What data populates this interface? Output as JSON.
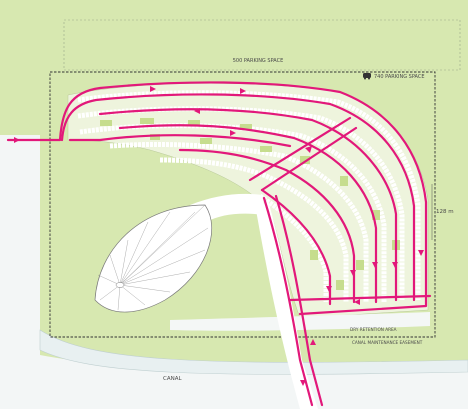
{
  "labels": {
    "parking_500": "500 PARKING SPACE",
    "parking_740": "740 PARKING SPACE",
    "dimension": "128 m",
    "dry_retention": "DRY RETENTION AREA",
    "canal_easement": "CANAL MAINTENANCE EASEMENT",
    "canal": "CANAL"
  },
  "colors": {
    "lawn": "#d7e8b0",
    "lawn_edge": "#c9dc9f",
    "road": "#eef3f3",
    "canal": "#e8f0f1",
    "route": "#e2187a",
    "parking_bed": "#e6f0c8",
    "stall": "#ffffff",
    "boundary": "#333333"
  },
  "icons": {
    "car": "car-icon",
    "leaf": "leaf-canopy-icon"
  }
}
